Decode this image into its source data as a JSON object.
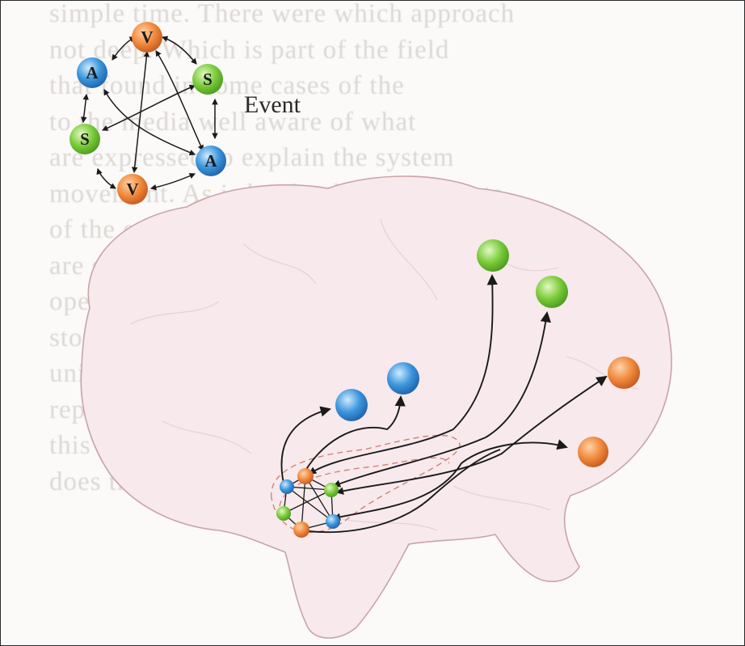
{
  "legend": {
    "event_label": "Event",
    "nodes": [
      "V",
      "S",
      "A",
      "V",
      "S",
      "A"
    ]
  },
  "colors": {
    "visual": "#f08a3c",
    "somatosensory": "#7ccc3c",
    "auditory": "#3c96dc",
    "brain_fill": "#f7e9ec",
    "brain_outline": "#c9a4a8",
    "arrows": "#1a1a1a",
    "dashed_outline": "#d47a6e"
  },
  "background_text_lines": [
    "simple time. There were which approach",
    "not deep. Which is part of the field",
    "that found in some cases of the",
    "to the media well aware of what",
    "are expressed to explain the system",
    "movement. As is by the theory suggests",
    "of the ensemble responding to the whole",
    "are small assemblies of the sound cells",
    "operating. Through what, in that it also",
    "stored as a Hebbian processing. How do",
    "units from high order and as to the",
    "representations of the relationship it",
    "this from the ensemble of items",
    "does the the unit set of their neurons"
  ]
}
